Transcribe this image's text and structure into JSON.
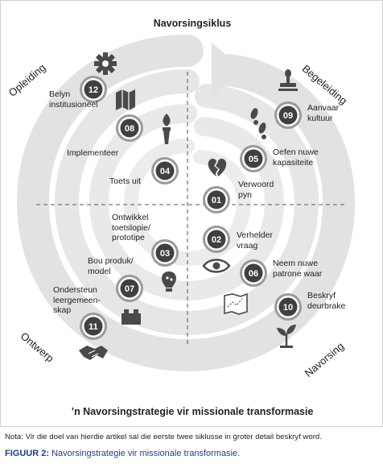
{
  "top_title": "Navorsingsiklus",
  "bottom_title": "’n Navorsingstrategie vir missionale transformasie",
  "corner_labels": {
    "top_left": "Opleiding",
    "top_right": "Begeleiding",
    "bottom_left": "Ontwerp",
    "bottom_right": "Navorsing"
  },
  "steps": [
    {
      "num": "01",
      "text": "Verwoord\npyn",
      "icon": "broken-heart-icon"
    },
    {
      "num": "02",
      "text": "Verhelder\nvraag",
      "icon": "eye-icon"
    },
    {
      "num": "03",
      "text": "Ontwikkel\ntoetslopie/\nprototipe",
      "icon": "lightbulb-icon"
    },
    {
      "num": "04",
      "text": "Toets uit",
      "icon": "torch-icon"
    },
    {
      "num": "05",
      "text": "Oefen nuwe\nkapasiteite",
      "icon": "footprints-icon"
    },
    {
      "num": "06",
      "text": "Neem nuwe\npatrone waar",
      "icon": "map-icon"
    },
    {
      "num": "07",
      "text": "Bou produk/\nmodel",
      "icon": "lego-brick-icon"
    },
    {
      "num": "08",
      "text": "Implementeer",
      "icon": "folded-map-icon"
    },
    {
      "num": "09",
      "text": "Aanvaar\nkultuur",
      "icon": "stamp-icon"
    },
    {
      "num": "10",
      "text": "Beskryf\ndeurbrake",
      "icon": "sprout-icon"
    },
    {
      "num": "11",
      "text": "Ondersteun\nleergemeen-\nskap",
      "icon": "handshake-icon"
    },
    {
      "num": "12",
      "text": "Belyn\ninstitusioneel",
      "icon": "gear-icon"
    }
  ],
  "note": "Nota: Vir die doel van hierdie artikel sal die eerste twee siklusse in groter detail beskryf word.",
  "caption_label": "FIGUUR 2:",
  "caption_text": "Navorsingstrategie vir missionale transformasie.",
  "colors": {
    "badge_dark": "#404040",
    "badge_ring": "#9a9a9a",
    "spiral": "#dcdcdc",
    "caption_blue": "#1a3f8a"
  }
}
